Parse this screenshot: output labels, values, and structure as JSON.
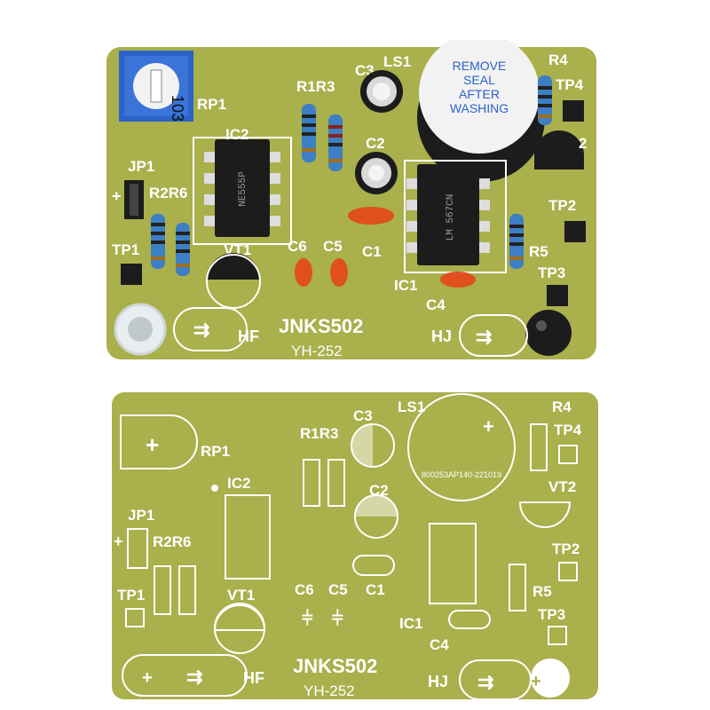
{
  "top_board": {
    "title": "JNKS502",
    "model": "YH-252",
    "labels": {
      "rp1": "RP1",
      "ic2": "IC2",
      "jp1": "JP1",
      "r2r6": "R2R6",
      "tp1": "TP1",
      "vt1": "VT1",
      "r1r3": "R1R3",
      "c3": "C3",
      "c2": "C2",
      "c6": "C6",
      "c5": "C5",
      "c1": "C1",
      "ls1": "LS1",
      "r4": "R4",
      "tp4": "TP4",
      "vt2": "2",
      "tp2": "TP2",
      "r5": "R5",
      "tp3": "TP3",
      "ic1": "IC1",
      "c4": "C4",
      "hf": "HF",
      "hj": "HJ",
      "plus": "+"
    },
    "buzzer_label": [
      "REMOVE",
      "SEAL",
      "AFTER",
      "WASHING"
    ],
    "ic2_marking": "NE555P",
    "ic1_marking": "LM 567CN",
    "pot_marking": "103"
  },
  "bottom_board": {
    "title": "JNKS502",
    "model": "YH-252",
    "buzzer_code": "800253AP140-221019",
    "labels": {
      "rp1": "RP1",
      "ic2": "IC2",
      "jp1": "JP1",
      "r2r6": "R2R6",
      "tp1": "TP1",
      "vt1": "VT1",
      "r1r3": "R1R3",
      "c3": "C3",
      "c2": "C2",
      "c6": "C6",
      "c5": "C5",
      "c1": "C1",
      "ls1": "LS1",
      "r4": "R4",
      "tp4": "TP4",
      "vt2": "VT2",
      "tp2": "TP2",
      "r5": "R5",
      "tp3": "TP3",
      "ic1": "IC1",
      "c4": "C4",
      "hf": "HF",
      "hj": "HJ",
      "plus": "+"
    }
  },
  "colors": {
    "pcb": "#a9b04c",
    "pcb_dark": "#8f9638",
    "silk": "#ffffff",
    "ic_body": "#1c1c1c",
    "resistor_body": "#3d7fc4",
    "cap_orange": "#e0501e",
    "pot_blue": "#2b63c9"
  }
}
